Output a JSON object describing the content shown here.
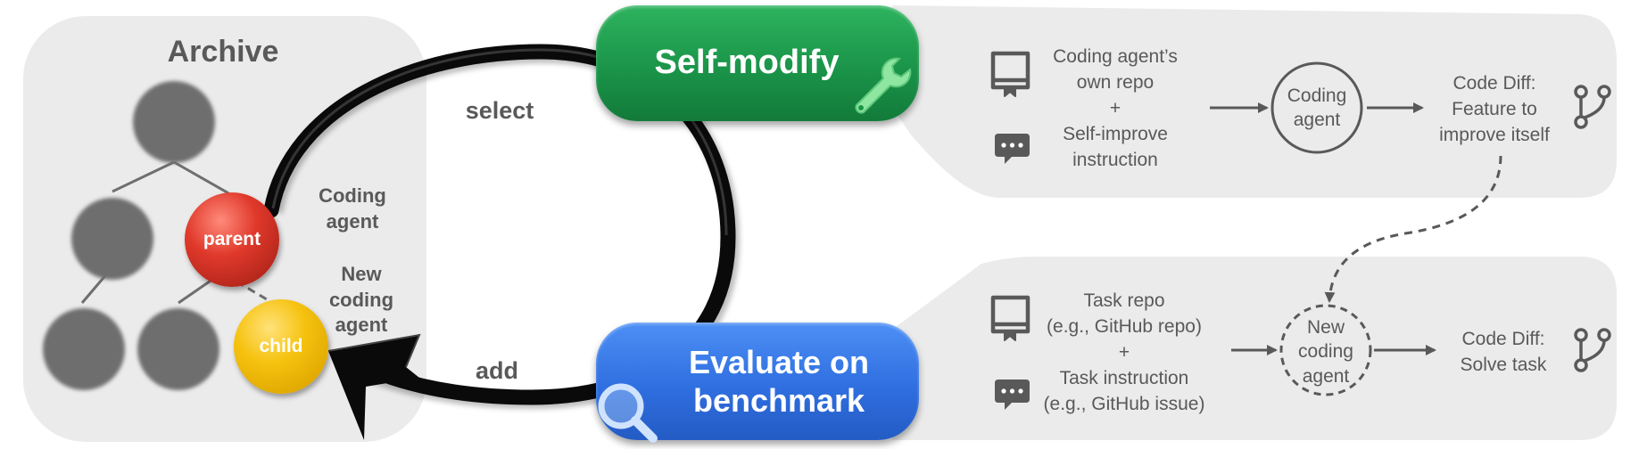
{
  "archive": {
    "title": "Archive",
    "parent_label": "parent",
    "child_label": "child"
  },
  "loop": {
    "select_label": "select",
    "add_label": "add",
    "coding_agent_label": [
      "Coding",
      "agent"
    ],
    "new_coding_agent_label": [
      "New",
      "coding",
      "agent"
    ]
  },
  "self_modify": {
    "label": "Self-modify"
  },
  "evaluate": {
    "label": [
      "Evaluate on",
      "benchmark"
    ]
  },
  "top_flow": {
    "inputs": [
      "Coding agent’s",
      "own repo",
      "+",
      "Self-improve",
      "instruction"
    ],
    "agent": [
      "Coding",
      "agent"
    ],
    "output": [
      "Code Diff:",
      "Feature to",
      "improve itself"
    ]
  },
  "bottom_flow": {
    "inputs": [
      "Task repo",
      "(e.g., GitHub repo)",
      "+",
      "Task instruction",
      "(e.g., GitHub issue)"
    ],
    "agent": [
      "New",
      "coding",
      "agent"
    ],
    "output": [
      "Code Diff:",
      "Solve task"
    ]
  },
  "icons": [
    "repo-icon",
    "chat-icon",
    "branch-icon",
    "wrench-icon",
    "magnifier-icon"
  ],
  "colors": {
    "self_modify": "#1a9449",
    "evaluate": "#2f6fe0",
    "parent": "#e0392b",
    "child": "#f6c20f",
    "archive_nodes": "#6e6e6e",
    "panel": "#ebebeb",
    "text": "#595959"
  }
}
